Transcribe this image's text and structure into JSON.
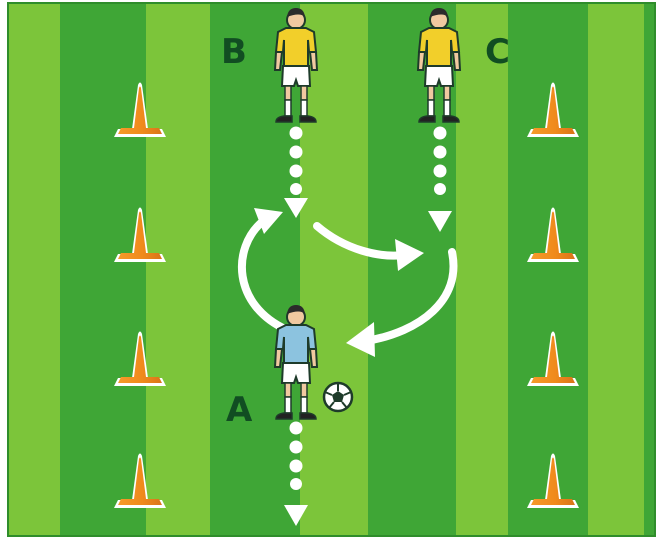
{
  "players": {
    "A": {
      "label": "A",
      "role": "passer",
      "kit": "light-blue"
    },
    "B": {
      "label": "B",
      "role": "receiver",
      "kit": "yellow"
    },
    "C": {
      "label": "C",
      "role": "receiver",
      "kit": "yellow"
    }
  },
  "cones": {
    "left_count": 4,
    "right_count": 4,
    "icon": "traffic-cone-icon"
  },
  "ball": {
    "icon": "soccer-ball-icon"
  },
  "colors": {
    "pitch_dark": "#3fa636",
    "pitch_light": "#7cc53a",
    "cone": "#f08a1c",
    "kit_yellow": "#f2cf2a",
    "kit_blue": "#8cc3df",
    "label": "#114d22",
    "arrow": "#ffffff"
  }
}
